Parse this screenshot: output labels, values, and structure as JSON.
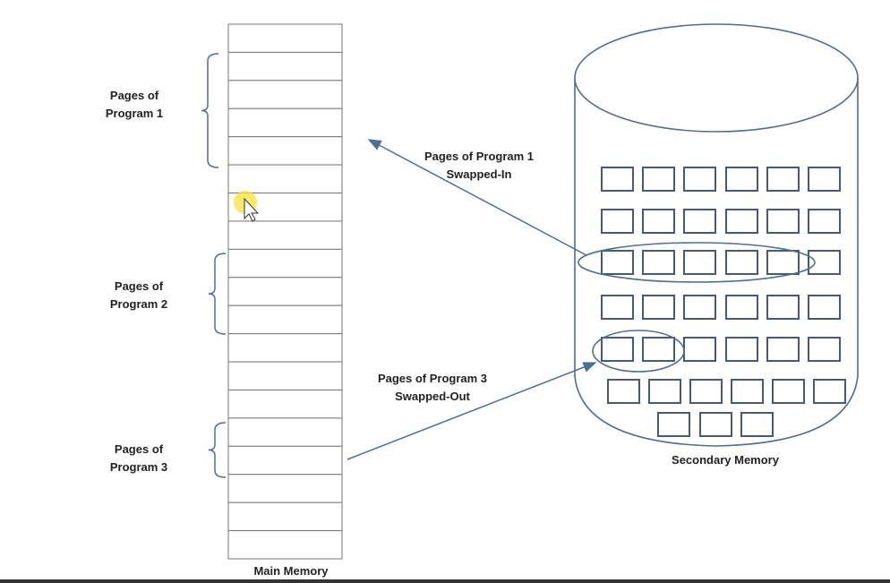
{
  "labels": {
    "program1": [
      "Pages of",
      "Program 1"
    ],
    "program2": [
      "Pages of",
      "Program 2"
    ],
    "program3": [
      "Pages of",
      "Program 3"
    ],
    "swapped_in": [
      "Pages of Program 1",
      "Swapped-In"
    ],
    "swapped_out": [
      "Pages of Program 3",
      "Swapped-Out"
    ],
    "main_memory": "Main Memory",
    "secondary_memory": "Secondary Memory"
  },
  "main_memory": {
    "page_count": 19
  },
  "colors": {
    "stroke": "#4f6e96",
    "arrow": "#4a6f99",
    "grid": "#777777",
    "cursor_highlight": "#f5e23a"
  }
}
